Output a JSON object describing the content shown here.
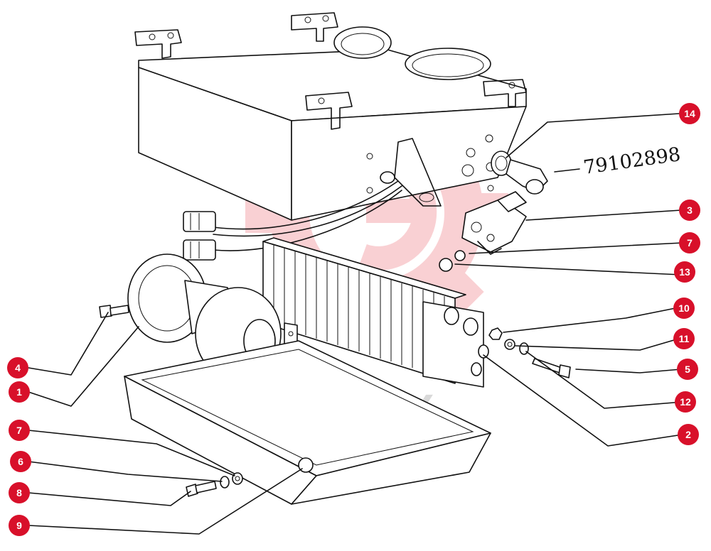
{
  "watermark": {
    "text": "ИНТЕХ",
    "color": "#e8303a"
  },
  "part_number": "79102898",
  "callouts": [
    {
      "id": "c14",
      "label": "14"
    },
    {
      "id": "c3",
      "label": "3"
    },
    {
      "id": "c7r",
      "label": "7"
    },
    {
      "id": "c13",
      "label": "13"
    },
    {
      "id": "c10",
      "label": "10"
    },
    {
      "id": "c11",
      "label": "11"
    },
    {
      "id": "c5",
      "label": "5"
    },
    {
      "id": "c12",
      "label": "12"
    },
    {
      "id": "c2",
      "label": "2"
    },
    {
      "id": "c4",
      "label": "4"
    },
    {
      "id": "c1",
      "label": "1"
    },
    {
      "id": "c7l",
      "label": "7"
    },
    {
      "id": "c6",
      "label": "6"
    },
    {
      "id": "c8",
      "label": "8"
    },
    {
      "id": "c9",
      "label": "9"
    }
  ],
  "colors": {
    "callout_badge": "#d8102a",
    "line_art": "#111111"
  }
}
